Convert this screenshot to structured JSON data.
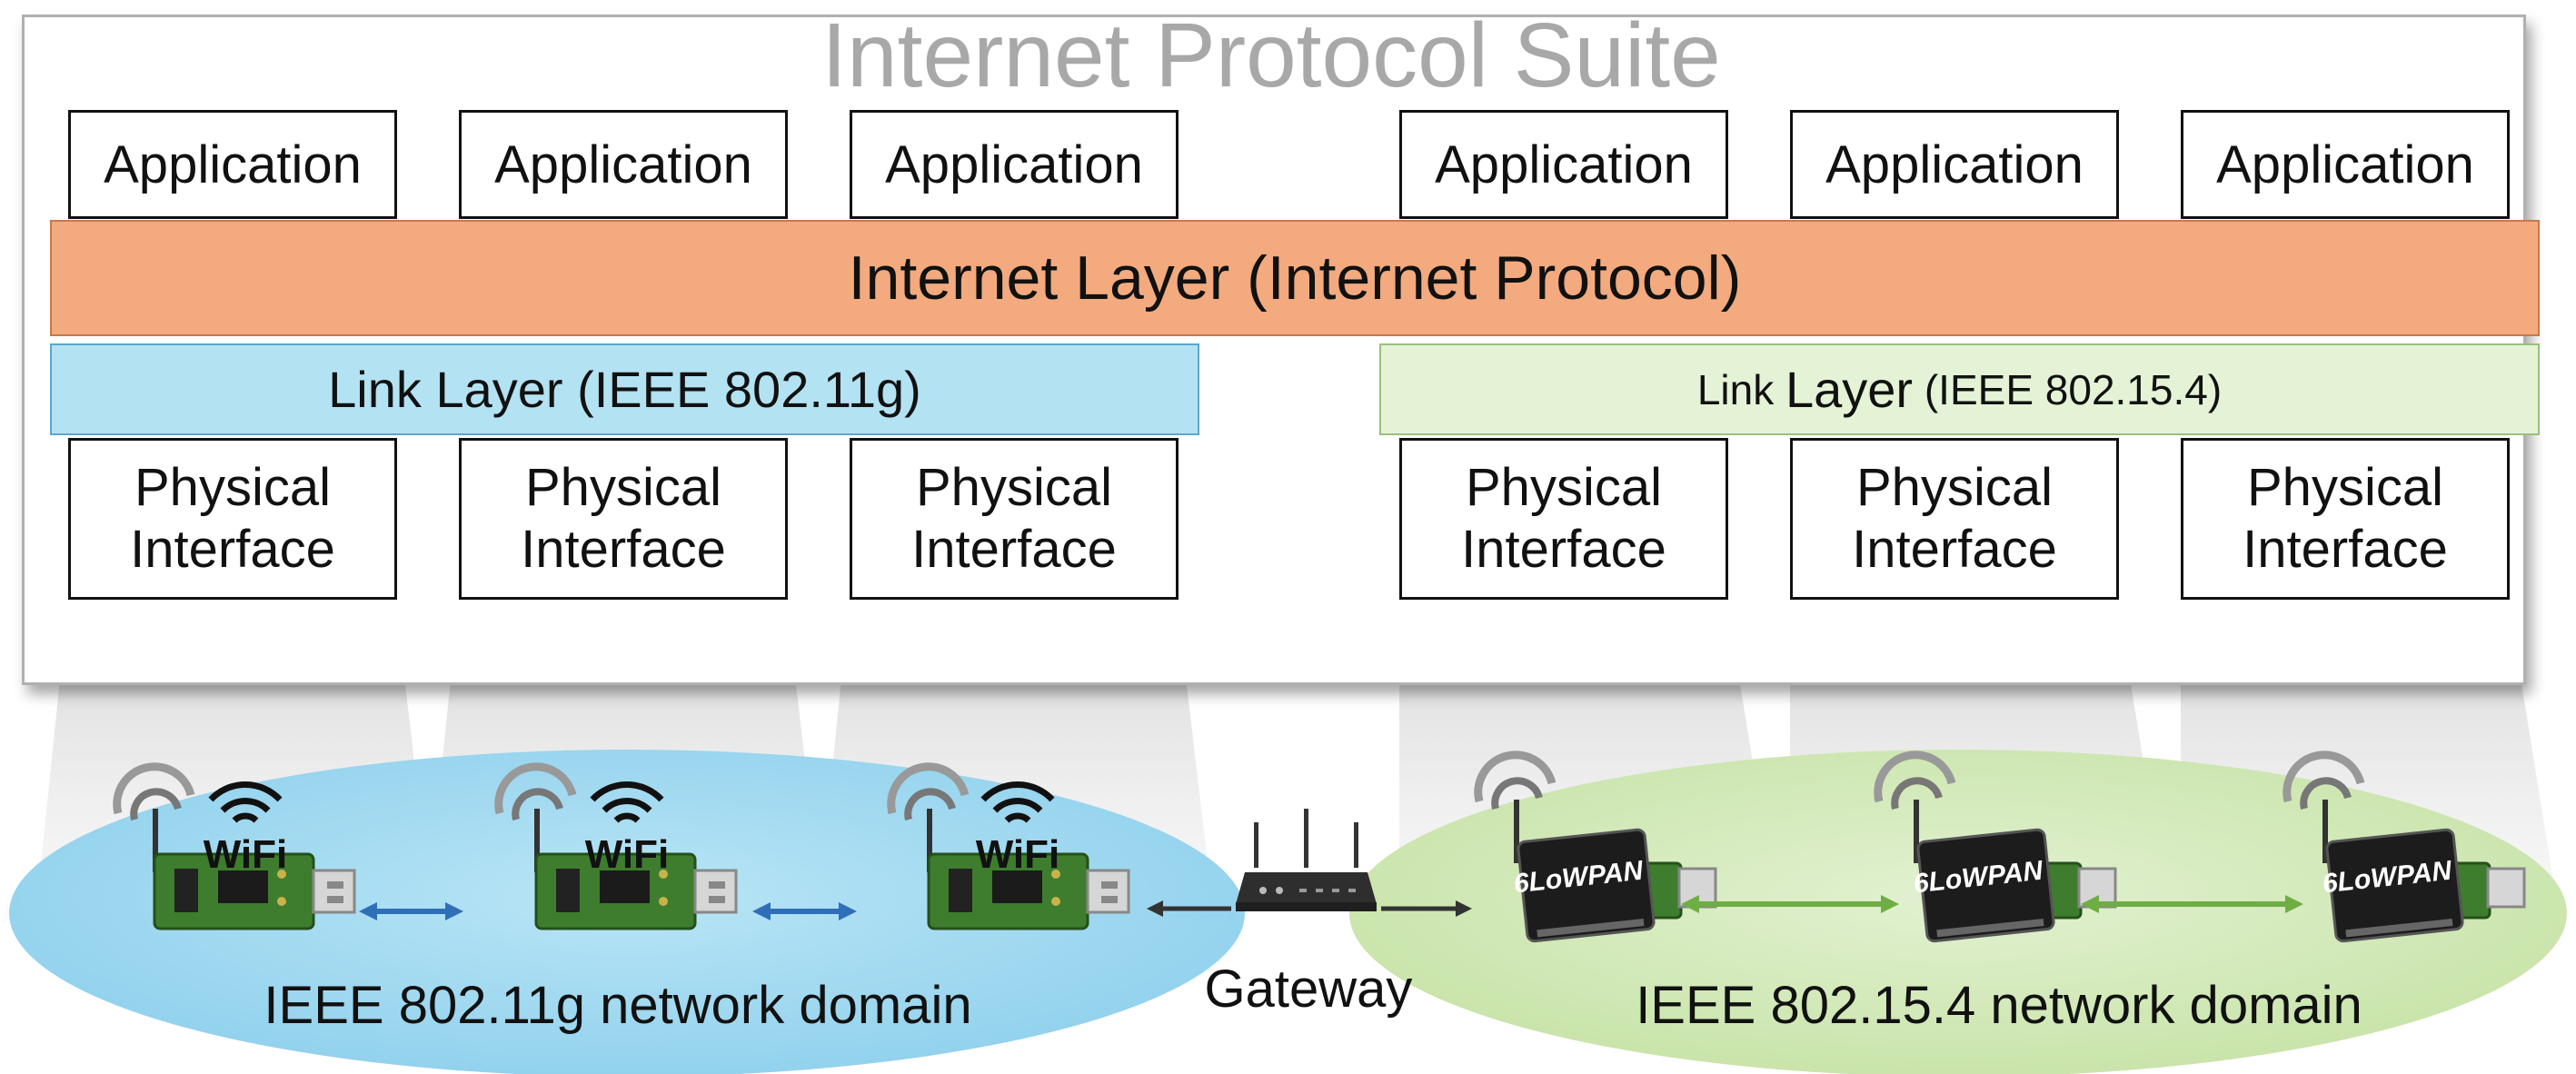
{
  "title": "Internet Protocol Suite",
  "application_label": "Application",
  "physical_label": "Physical Interface",
  "internet_layer": "Internet Layer (Internet Protocol)",
  "link_wifi": "Link Layer (IEEE 802.11g)",
  "link_lowpan": {
    "prefix": "Link ",
    "emph": "Layer",
    "suffix": " (IEEE 802.15.4)"
  },
  "wifi_badge": "WiFi",
  "lowpan_badge": "6LoWPAN",
  "gateway_label": "Gateway",
  "wifi_domain_label": "IEEE 802.11g network domain",
  "lowpan_domain_label": "IEEE 802.15.4 network domain",
  "colors": {
    "internet_layer": "#f2aa7e",
    "link_wifi": "#b3e2f3",
    "link_lowpan": "#e4f3d6",
    "wifi_domain": "#9fd8ef",
    "lowpan_domain": "#d3eab8",
    "wifi_arrow": "#2f6fb8",
    "lowpan_arrow": "#6fad45",
    "title": "#a8a8a8"
  }
}
